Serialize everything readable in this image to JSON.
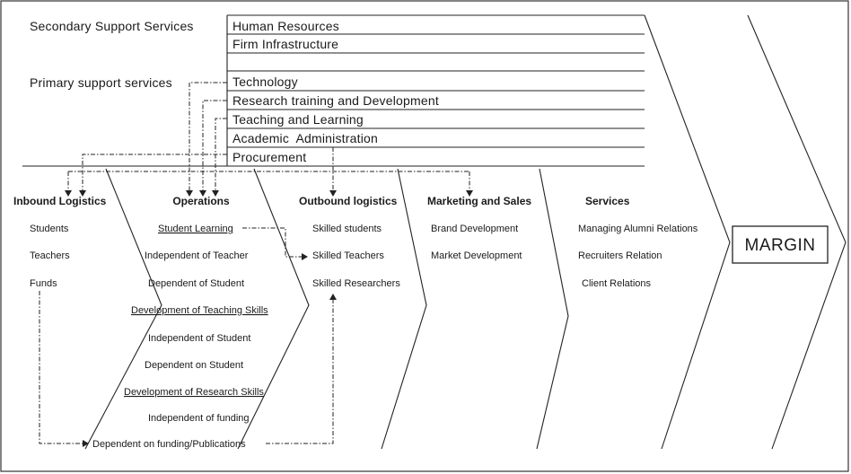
{
  "support": {
    "secondary_label": "Secondary Support Services",
    "primary_label": "Primary support services",
    "secondary_items": [
      "Human Resources",
      "Firm Infrastructure"
    ],
    "primary_items": [
      "Technology",
      "Research training and Development",
      "Teaching and Learning",
      "Academic  Administration",
      "Procurement"
    ]
  },
  "primary": {
    "inbound": {
      "title": "Inbound Logistics",
      "items": [
        "Students",
        "Teachers",
        "Funds"
      ]
    },
    "operations": {
      "title": "Operations",
      "items": [
        "Student Learning",
        "Independent of Teacher",
        "Dependent of Student",
        "Development of Teaching Skills",
        "Independent of Student",
        "Dependent on Student",
        "Development of Research Skills",
        "Independent of funding",
        "Dependent on funding/Publications"
      ]
    },
    "outbound": {
      "title": "Outbound logistics",
      "items": [
        "Skilled students",
        "Skilled Teachers",
        "Skilled Researchers"
      ]
    },
    "marketing": {
      "title": "Marketing and Sales",
      "items": [
        "Brand Development",
        "Market Development"
      ]
    },
    "services": {
      "title": "Services",
      "items": [
        "Managing Alumni Relations",
        "Recruiters Relation",
        "Client Relations"
      ]
    }
  },
  "margin_label": "MARGIN"
}
